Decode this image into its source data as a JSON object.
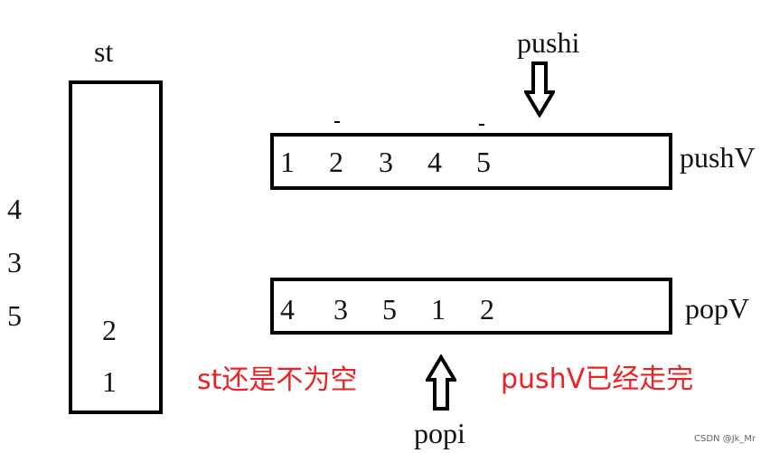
{
  "stack": {
    "label": "st",
    "items": [
      "2",
      "1"
    ]
  },
  "popped_sequence": [
    "4",
    "3",
    "5"
  ],
  "pushV": {
    "label": "pushV",
    "values": [
      "1",
      "2",
      "3",
      "4",
      "5"
    ],
    "pointer_label": "pushi"
  },
  "popV": {
    "label": "popV",
    "values": [
      "4",
      "3",
      "5",
      "1",
      "2"
    ],
    "pointer_label": "popi"
  },
  "notes": {
    "stack_not_empty": "st还是不为空",
    "pushV_done": "pushV已经走完"
  },
  "colors": {
    "note": "#ee2222",
    "line": "#000000"
  },
  "watermark": "CSDN @Jk_Mr"
}
